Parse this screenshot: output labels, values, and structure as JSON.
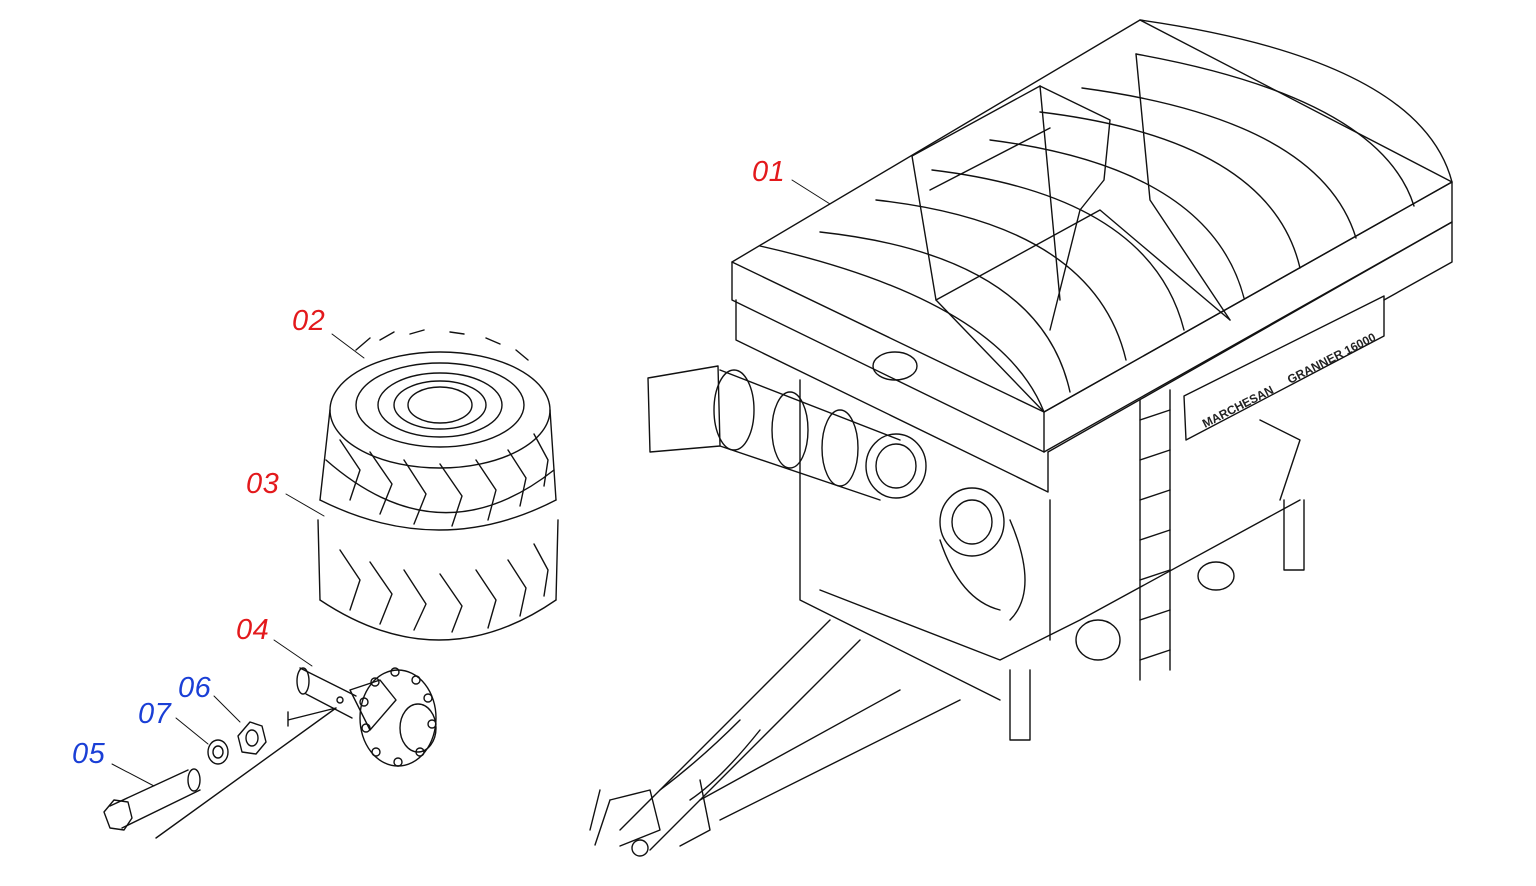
{
  "colors": {
    "red_callout": "#e3191c",
    "blue_callout": "#1a3fd6",
    "line": "#111111"
  },
  "callouts": [
    {
      "id": "01",
      "label": "01",
      "color": "red_callout",
      "part": "grain-cart-hopper"
    },
    {
      "id": "02",
      "label": "02",
      "color": "red_callout",
      "part": "tire-upper"
    },
    {
      "id": "03",
      "label": "03",
      "color": "red_callout",
      "part": "tire-lower"
    },
    {
      "id": "04",
      "label": "04",
      "color": "red_callout",
      "part": "axle-hub"
    },
    {
      "id": "05",
      "label": "05",
      "color": "blue_callout",
      "part": "bolt"
    },
    {
      "id": "06",
      "label": "06",
      "color": "blue_callout",
      "part": "nut"
    },
    {
      "id": "07",
      "label": "07",
      "color": "blue_callout",
      "part": "washer"
    }
  ],
  "decals": {
    "brand": "MARCHESAN",
    "model": "GRANNER 16000"
  }
}
